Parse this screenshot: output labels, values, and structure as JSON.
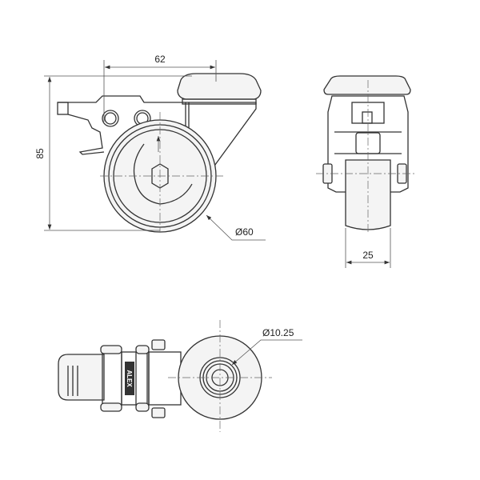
{
  "drawing": {
    "dimensions": {
      "mount_offset": "62",
      "overall_height": "85",
      "wheel_diameter": "Ø60",
      "wheel_width": "25",
      "bolt_hole_diameter": "Ø10.25"
    },
    "brand_mark": "ALEX"
  }
}
